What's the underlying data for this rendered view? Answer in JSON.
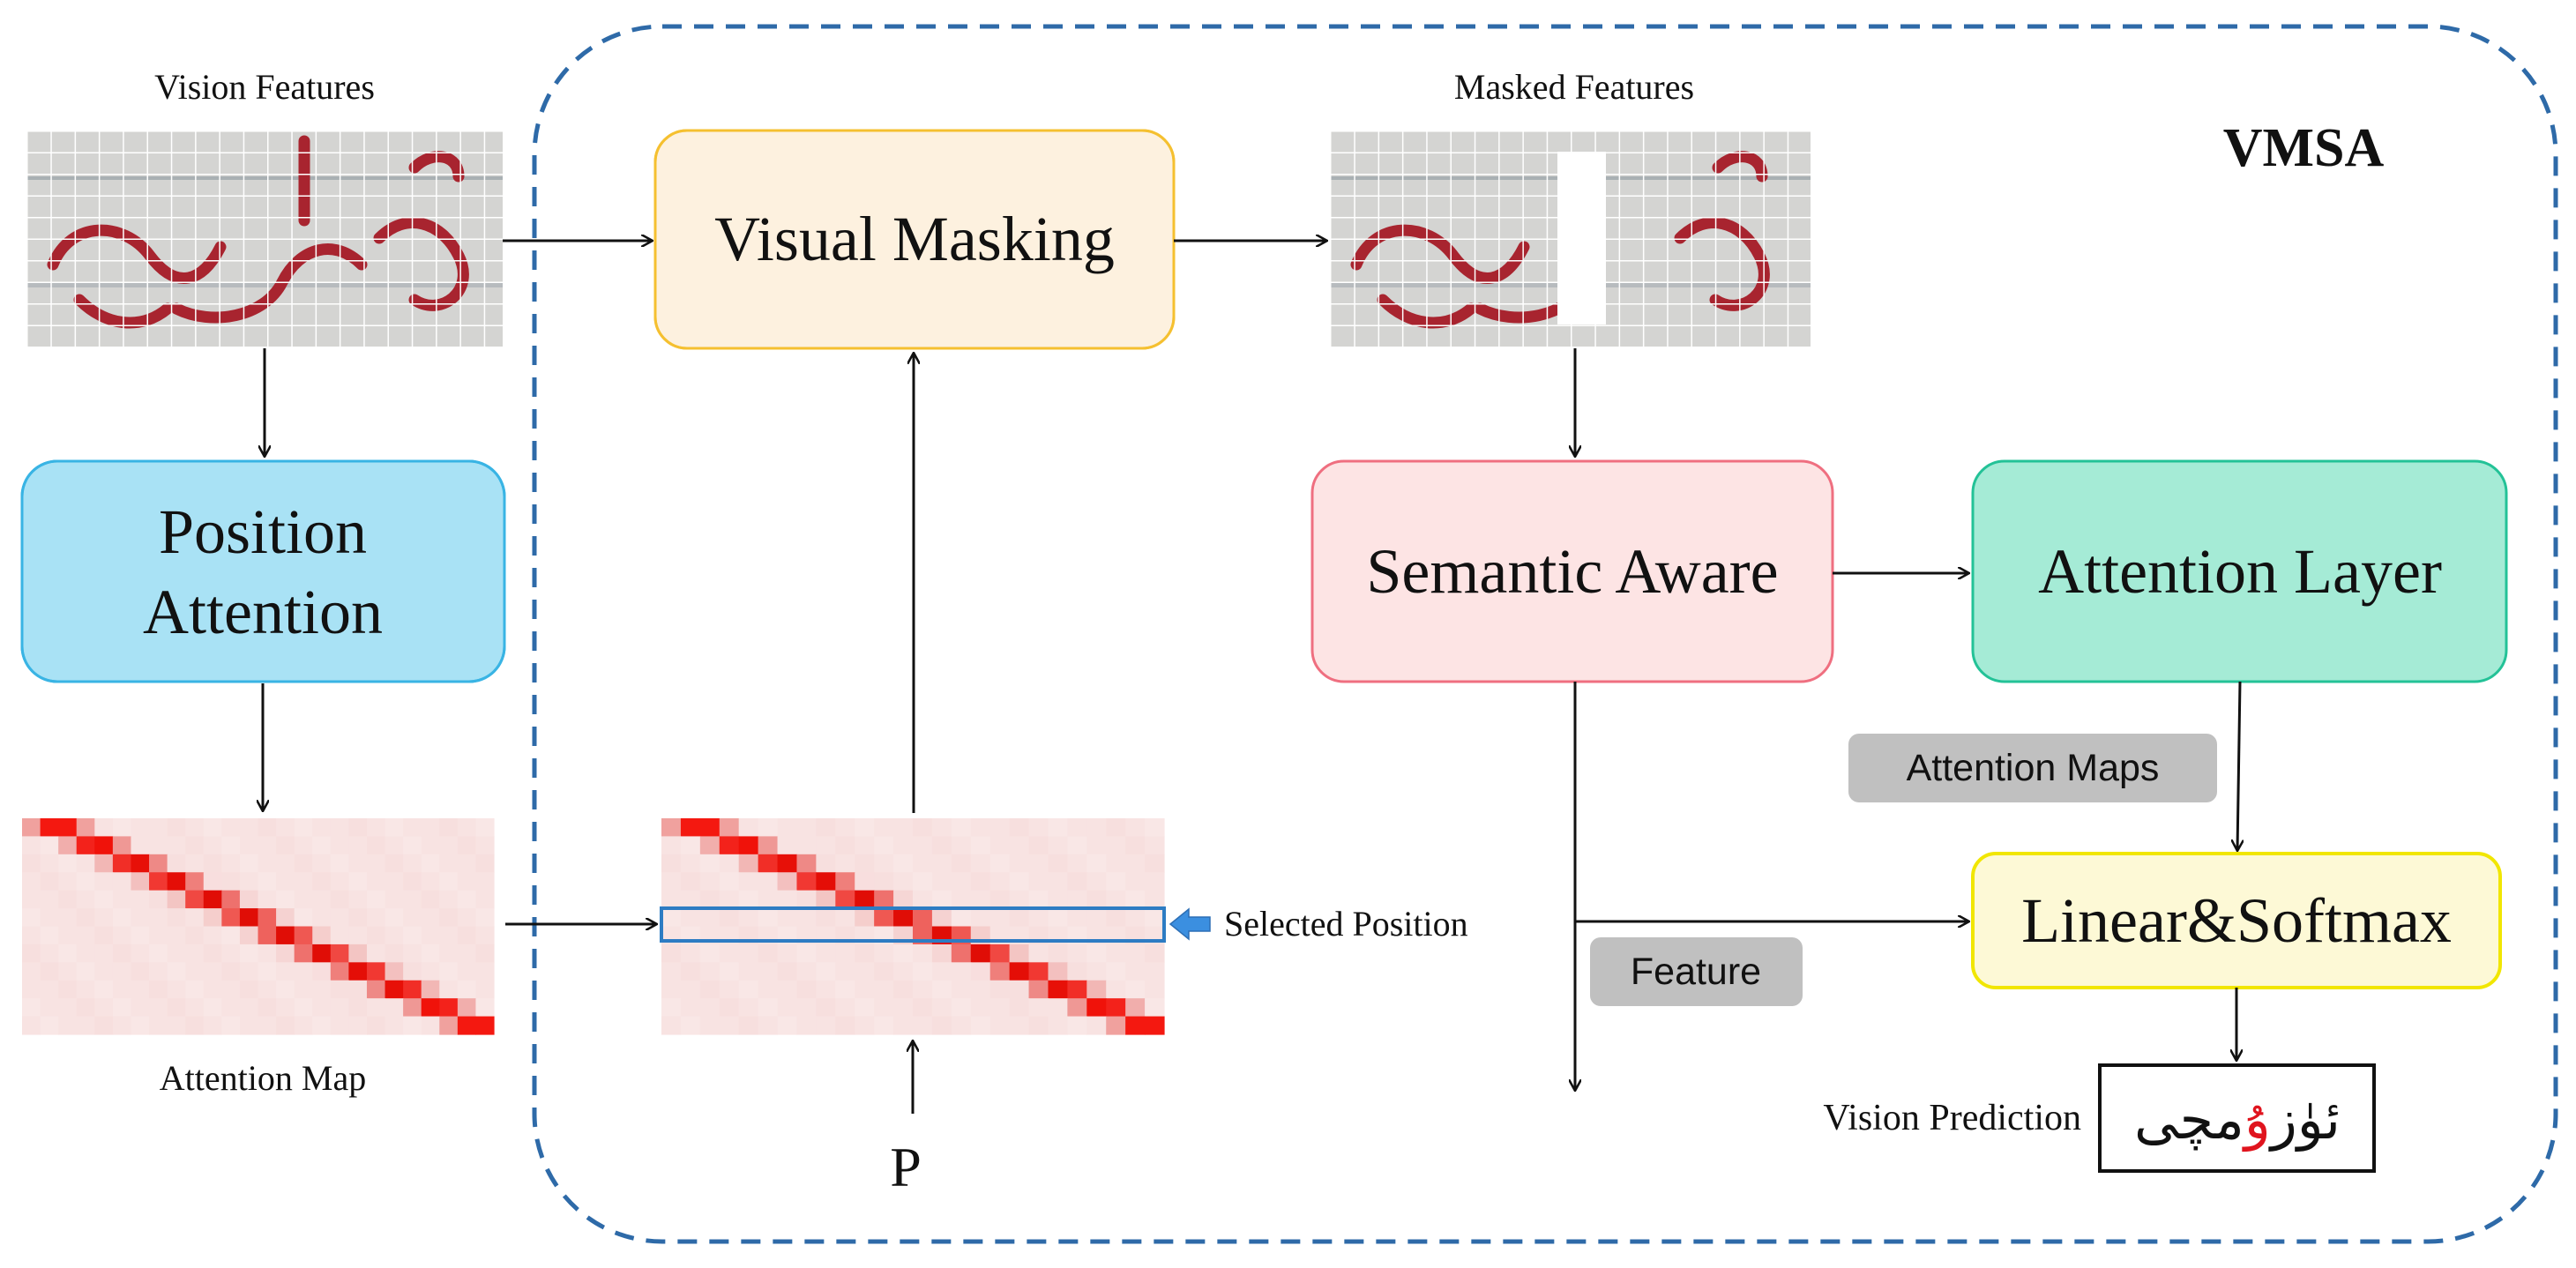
{
  "labels": {
    "vision_features": "Vision Features",
    "masked_features": "Masked Features",
    "attention_map": "Attention Map",
    "selected_position": "Selected Position",
    "p_input": "P",
    "vmsa": "VMSA",
    "vision_prediction": "Vision Prediction"
  },
  "blocks": {
    "visual_masking": "Visual Masking",
    "position_attention_line1": "Position",
    "position_attention_line2": "Attention",
    "semantic_aware": "Semantic Aware",
    "attention_layer": "Attention Layer",
    "linear_softmax": "Linear&Softmax"
  },
  "tags": {
    "attention_maps": "Attention Maps",
    "feature": "Feature"
  },
  "prediction": {
    "part1": "ئۈز",
    "part2": "ۇ",
    "part3": "مچى"
  },
  "colors": {
    "dashed_border": "#2e6aa8",
    "visual_masking_fill": "#fdf1df",
    "visual_masking_stroke": "#f5c030",
    "position_attention_fill": "#a9e2f5",
    "position_attention_stroke": "#39b4e4",
    "semantic_aware_fill": "#fde4e4",
    "semantic_aware_stroke": "#ef6f80",
    "attention_layer_fill": "#a5ebd6",
    "attention_layer_stroke": "#23c297",
    "linear_softmax_fill": "#fdf9d6",
    "linear_softmax_stroke": "#f1e600",
    "tag_fill": "#c0c0c0",
    "selected_highlight": "#2d7cc3",
    "prediction_red": "#e0141e"
  }
}
